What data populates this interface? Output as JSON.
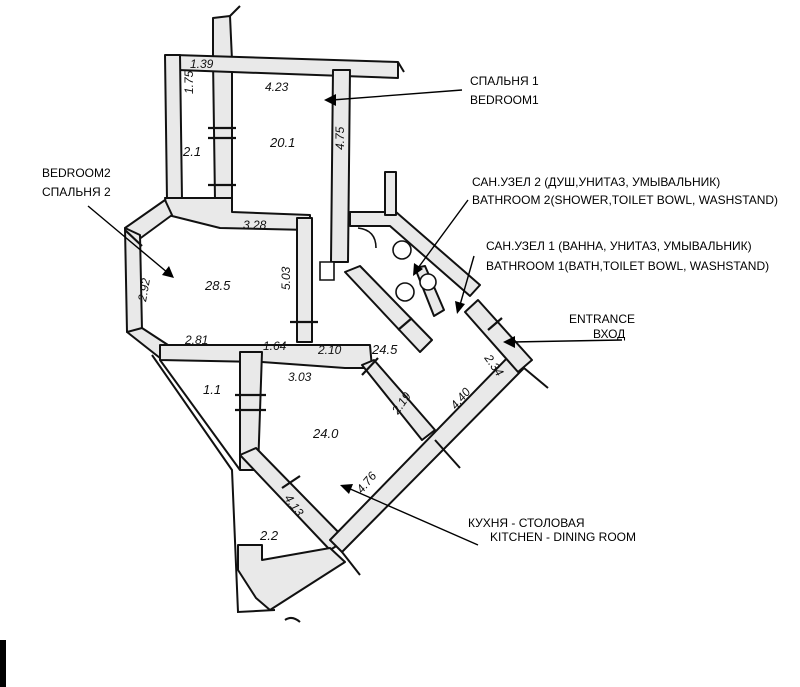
{
  "labels": {
    "bedroom1_ru": "СПАЛЬНЯ 1",
    "bedroom1_en": "BEDROOM1",
    "bedroom2_en": "BEDROOM2",
    "bedroom2_ru": "СПАЛЬНЯ 2",
    "bath2_ru": "САН.УЗЕЛ 2 (ДУШ,УНИТАЗ, УМЫВАЛЬНИК)",
    "bath2_en": "BATHROOM 2(SHOWER,TOILET BOWL, WASHSTAND)",
    "bath1_ru": "САН.УЗЕЛ 1 (ВАННА, УНИТАЗ, УМЫВАЛЬНИК)",
    "bath1_en": "BATHROOM 1(BATH,TOILET BOWL, WASHSTAND)",
    "entrance_en": "ENTRANCE",
    "entrance_ru": "ВХОД",
    "kitchen_ru": "КУХНЯ - СТОЛОВАЯ",
    "kitchen_en": "KITCHEN - DINING ROOM"
  },
  "areas": {
    "bedroom1": "20.1",
    "bedroom2": "28.5",
    "hall": "24.5",
    "kitchen": "24.0",
    "closet": "2.1",
    "balcony_left": "1.1",
    "balcony_bottom": "2.2"
  },
  "dimensions": {
    "d139": "1.39",
    "d175": "1.75",
    "d423": "4.23",
    "d475": "4.75",
    "d328": "3.28",
    "d503": "5.03",
    "d292": "2.92",
    "d281": "2.81",
    "d164": "1.64",
    "d210": "2.10",
    "d303": "3.03",
    "d219": "2.19",
    "d440": "4.40",
    "d234": "2.34",
    "d413": "4.13",
    "d476": "4.76"
  }
}
